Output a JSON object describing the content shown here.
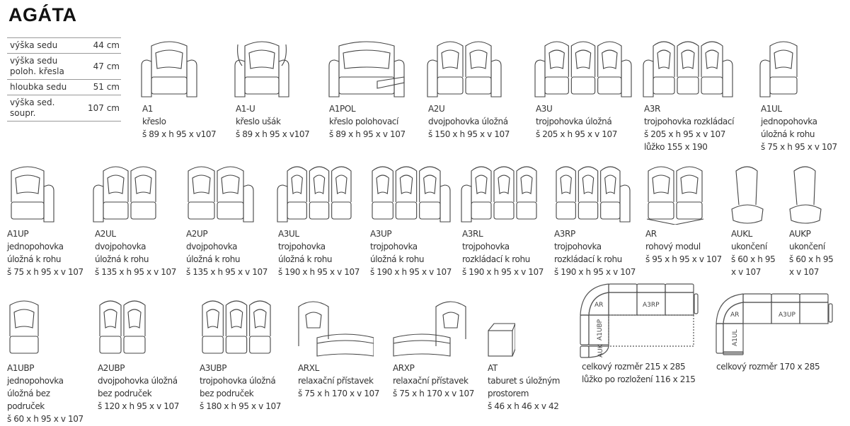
{
  "title": "AGÁTA",
  "specs": [
    {
      "label": "výška sedu",
      "value": "44 cm"
    },
    {
      "label": "výška sedu poloh. křesla",
      "value": "47 cm"
    },
    {
      "label": "hloubka sedu",
      "value": "51 cm"
    },
    {
      "label": "výška sed. soupr.",
      "value": "107 cm"
    }
  ],
  "items": [
    {
      "code": "A1",
      "lines": [
        "křeslo",
        "š 89 x h 95 x v107"
      ]
    },
    {
      "code": "A1-U",
      "lines": [
        "křeslo ušák",
        "š 89 x h 95 x v107"
      ]
    },
    {
      "code": "A1POL",
      "lines": [
        "křeslo polohovací",
        "š 89 x h 95 x v 107"
      ]
    },
    {
      "code": "A2U",
      "lines": [
        "dvojpohovka úložná",
        "š 150 x h 95 x v 107"
      ]
    },
    {
      "code": "A3U",
      "lines": [
        "trojpohovka úložná",
        "š 205 x h 95 x v 107"
      ]
    },
    {
      "code": "A3R",
      "lines": [
        "trojpohovka rozkládací",
        "š 205 x h 95 x v 107",
        "lůžko 155 x 190"
      ]
    },
    {
      "code": "A1UL",
      "lines": [
        "jednopohovka",
        "úložná k rohu",
        "š 75 x h 95 x v 107"
      ]
    },
    {
      "code": "A1UP",
      "lines": [
        "jednopohovka",
        "úložná k rohu",
        "š 75 x h 95 x v 107"
      ]
    },
    {
      "code": "A2UL",
      "lines": [
        "dvojpohovka",
        "úložná k rohu",
        "š 135 x h 95 x v 107"
      ]
    },
    {
      "code": "A2UP",
      "lines": [
        "dvojpohovka",
        "úložná k rohu",
        "š 135 x h 95 x v 107"
      ]
    },
    {
      "code": "A3UL",
      "lines": [
        "trojpohovka",
        "úložná k rohu",
        "š 190 x h 95 x v 107"
      ]
    },
    {
      "code": "A3UP",
      "lines": [
        "trojpohovka",
        "úložná k rohu",
        "š 190 x h 95 x v 107"
      ]
    },
    {
      "code": "A3RL",
      "lines": [
        "trojpohovka",
        "rozkládací k rohu",
        "š 190 x h 95 x v 107"
      ]
    },
    {
      "code": "A3RP",
      "lines": [
        "trojpohovka",
        "rozkládací k rohu",
        "š 190 x h 95 x v 107"
      ]
    },
    {
      "code": "AR",
      "lines": [
        "rohový modul",
        "š 95 x h 95 x v 107"
      ]
    },
    {
      "code": "AUKL",
      "lines": [
        "ukončení",
        "š 60 x h 95",
        "x v 107"
      ]
    },
    {
      "code": "AUKP",
      "lines": [
        "ukončení",
        "š 60 x h 95",
        "x v 107"
      ]
    },
    {
      "code": "A1UBP",
      "lines": [
        "jednopohovka",
        "úložná bez",
        "područek",
        "š 60 x h 95 x v 107"
      ]
    },
    {
      "code": "A2UBP",
      "lines": [
        "dvojpohovka úložná",
        "bez područek",
        "š 120 x h 95 x v 107"
      ]
    },
    {
      "code": "A3UBP",
      "lines": [
        "trojpohovka úložná",
        "bez područek",
        "š 180 x h 95 x v 107"
      ]
    },
    {
      "code": "ARXL",
      "lines": [
        "relaxační přístavek",
        "š 75 x h 170 x v 107"
      ]
    },
    {
      "code": "ARXP",
      "lines": [
        "relaxační přístavek",
        "š 75 x h 170 x v 107"
      ]
    },
    {
      "code": "AT",
      "lines": [
        "taburet  s úložným",
        "prostorem",
        "š 46 x h 46 x v 42"
      ]
    }
  ],
  "plans": [
    {
      "labels": [
        "AR",
        "A3RP",
        "A1UBP",
        "AUK"
      ],
      "lines": [
        "celkový rozměr 215 x 285",
        "lůžko po rozložení 116 x 215"
      ]
    },
    {
      "labels": [
        "AR",
        "A3UP",
        "A1UL"
      ],
      "lines": [
        "celkový rozměr 170 x 285"
      ]
    }
  ]
}
